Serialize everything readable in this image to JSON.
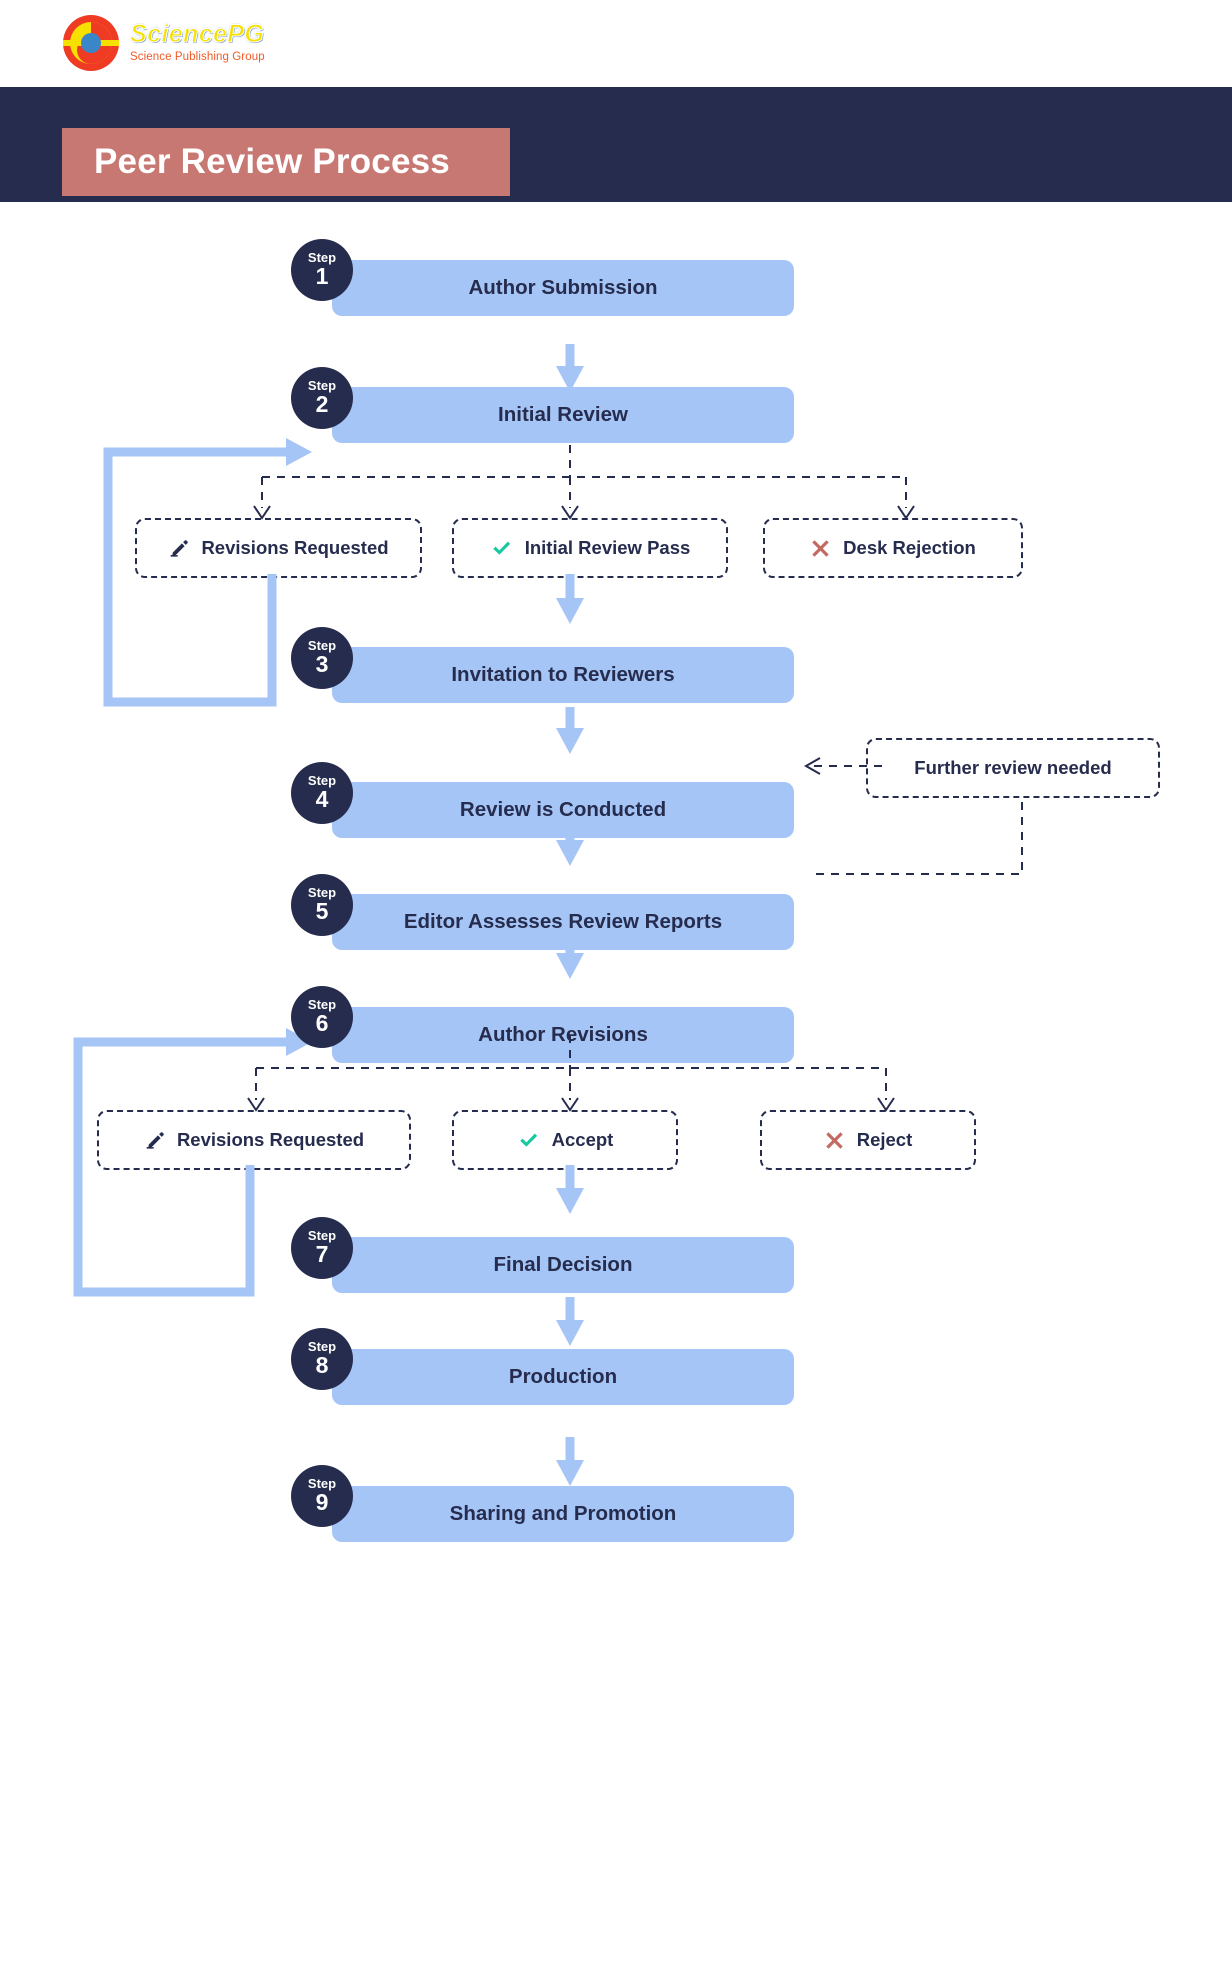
{
  "brand": {
    "name": "SciencePG",
    "tagline": "Science Publishing Group",
    "logo_icon": "sciencepg-circle-logo"
  },
  "header": {
    "title": "Peer Review Process",
    "band_color": "#c87872",
    "bar_color": "#262c4d"
  },
  "palette": {
    "step_box": "#a6c5f7",
    "badge": "#262c4d",
    "accept_green": "#15c8a0",
    "reject_red": "#c26a63",
    "text_dark": "#262c4d"
  },
  "badge_label": "Step",
  "steps": [
    {
      "num": "1",
      "label": "Author Submission"
    },
    {
      "num": "2",
      "label": "Initial Review"
    },
    {
      "num": "3",
      "label": "Invitation to Reviewers"
    },
    {
      "num": "4",
      "label": "Review is Conducted"
    },
    {
      "num": "5",
      "label": "Editor Assesses Review Reports"
    },
    {
      "num": "6",
      "label": "Author Revisions"
    },
    {
      "num": "7",
      "label": "Final Decision"
    },
    {
      "num": "8",
      "label": "Production"
    },
    {
      "num": "9",
      "label": "Sharing and Promotion"
    }
  ],
  "decisions_after_initial_review": [
    {
      "label": "Revisions Requested",
      "icon": "pencil-icon"
    },
    {
      "label": "Initial Review Pass",
      "icon": "check-icon"
    },
    {
      "label": "Desk Rejection",
      "icon": "cross-icon"
    }
  ],
  "decisions_after_author_revisions": [
    {
      "label": "Revisions Requested",
      "icon": "pencil-icon"
    },
    {
      "label": "Accept",
      "icon": "check-icon"
    },
    {
      "label": "Reject",
      "icon": "cross-icon"
    }
  ],
  "side_note": {
    "label": "Further review needed"
  }
}
